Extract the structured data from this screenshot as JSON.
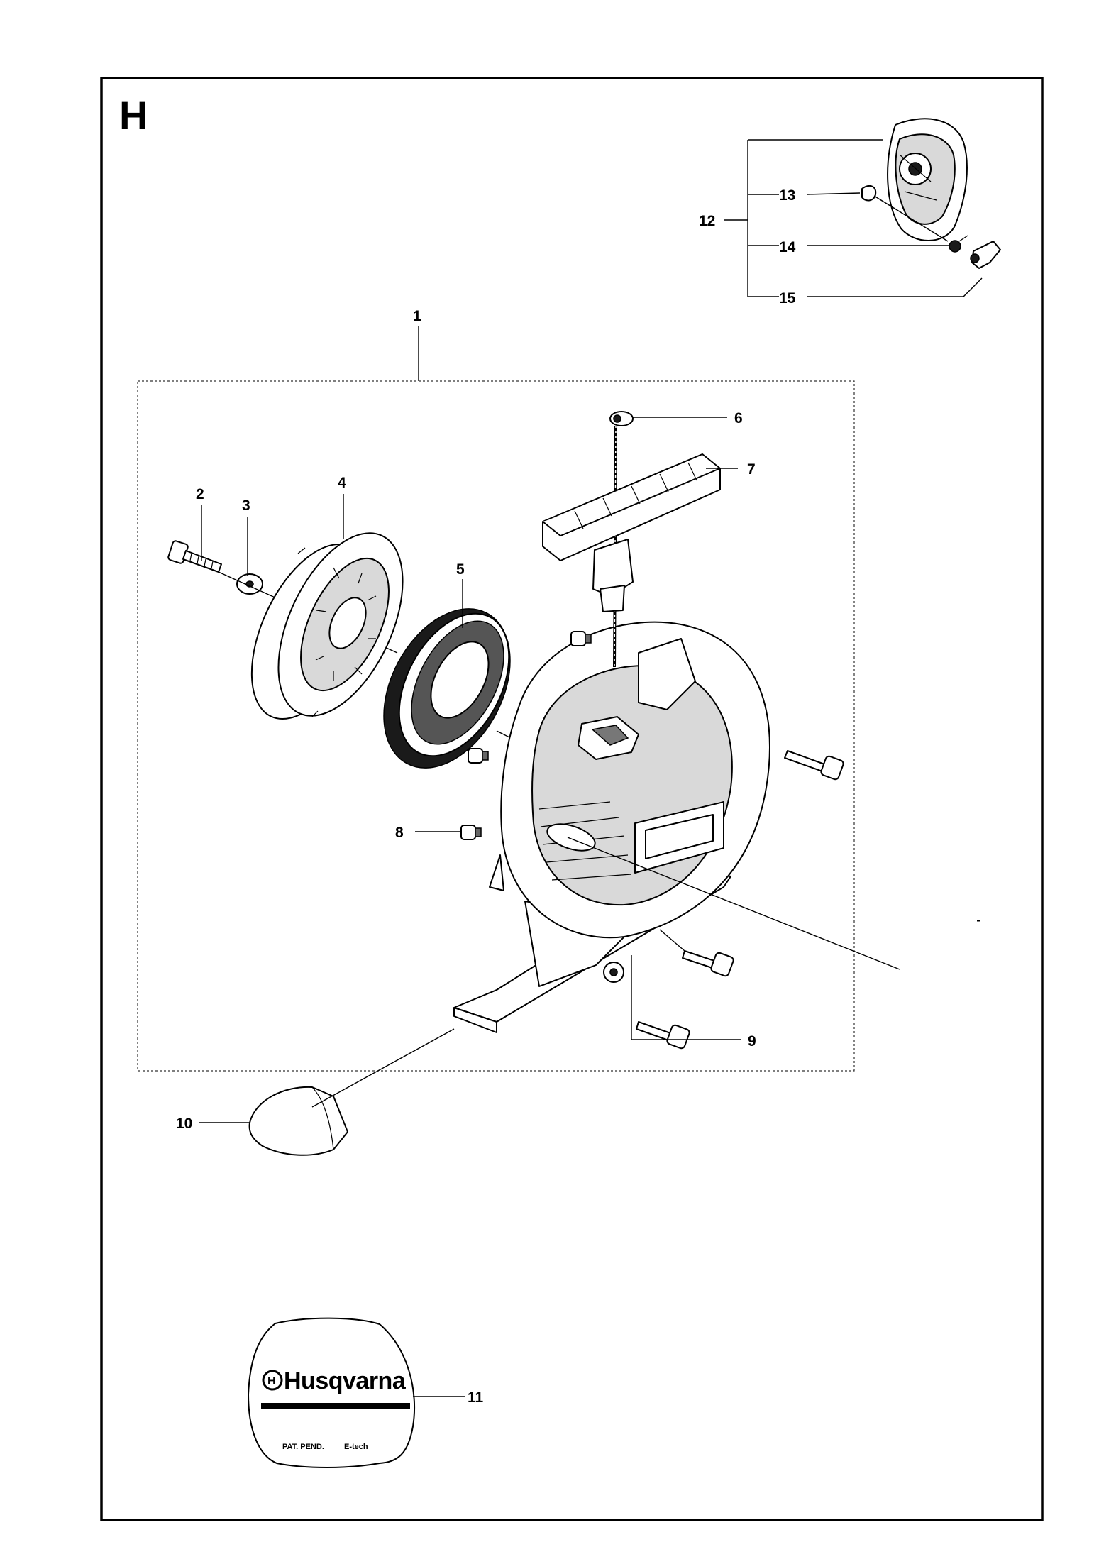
{
  "page": {
    "section_letter": "H"
  },
  "part_numbers": {
    "n1": "1",
    "n2": "2",
    "n3": "3",
    "n4": "4",
    "n5": "5",
    "n6": "6",
    "n7": "7",
    "n8": "8",
    "n9": "9",
    "n10": "10",
    "n11": "11",
    "n12": "12",
    "n13": "13",
    "n14": "14",
    "n15": "15"
  },
  "decal": {
    "brand": "Husqvarna",
    "logo_letter": "H",
    "fine_left": "PAT. PEND.",
    "fine_right": "E-tech"
  },
  "icons": [
    "husqvarna-logo-icon"
  ]
}
